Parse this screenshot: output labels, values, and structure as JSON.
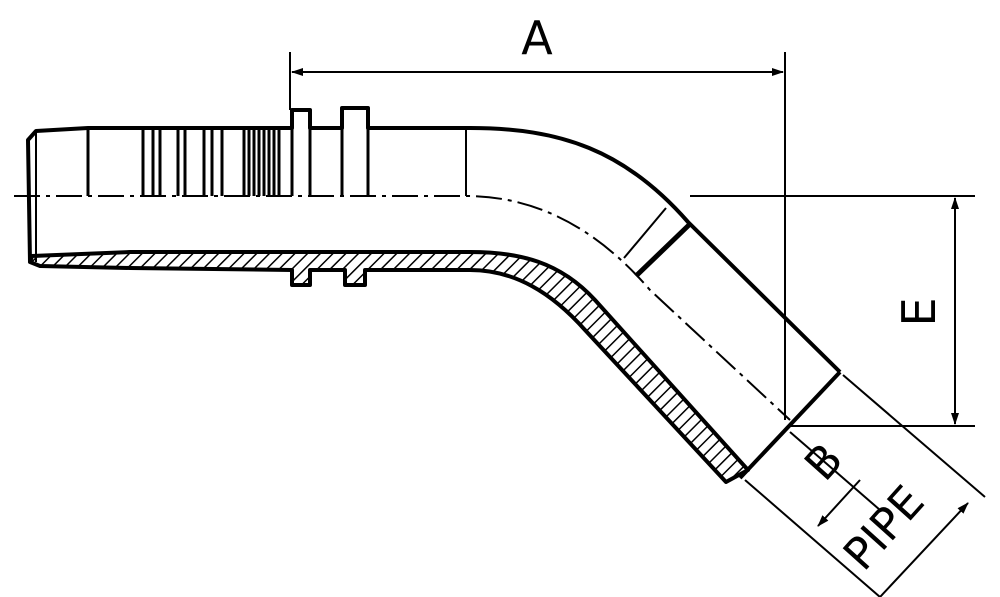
{
  "labels": {
    "a": "A",
    "e": "E",
    "b": "B",
    "pipe": "PIPE"
  },
  "colors": {
    "ink": "#000000",
    "paper": "#ffffff"
  }
}
